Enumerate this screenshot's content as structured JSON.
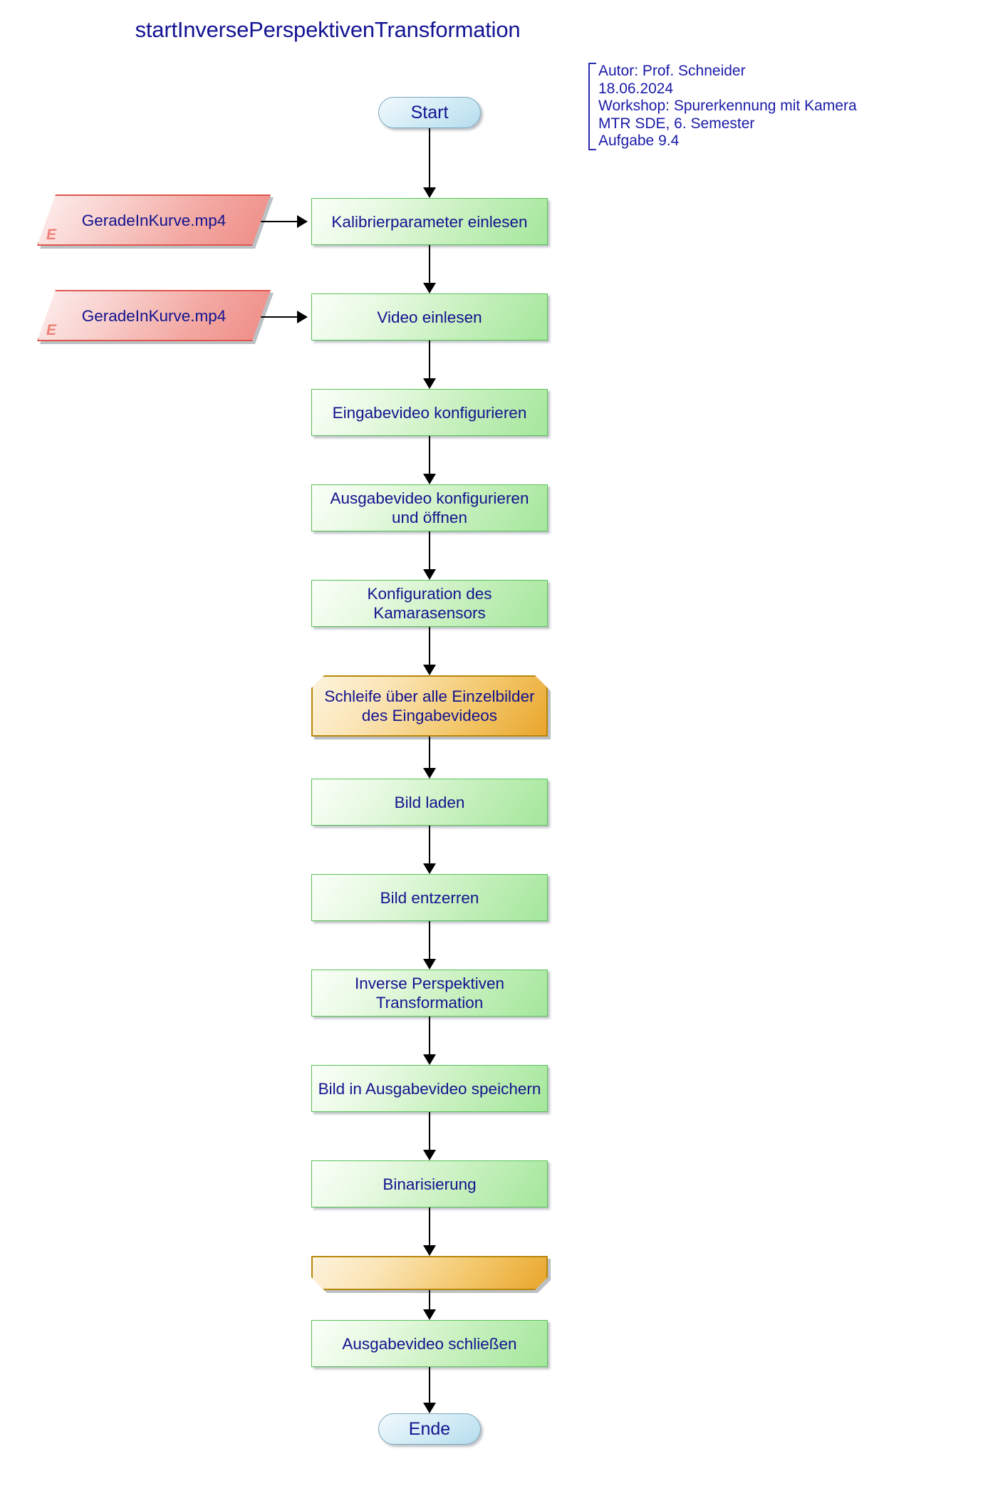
{
  "title": "startInversePerspektivenTransformation",
  "annotation": {
    "lines": [
      "Autor: Prof. Schneider",
      "18.06.2024",
      "Workshop: Spurerkennung mit Kamera",
      "MTR SDE, 6. Semester",
      "Aufgabe 9.4"
    ]
  },
  "colors": {
    "text_blue": "#13138f",
    "process_green_border": "#56c257",
    "process_green_fill": "#a4e79b",
    "terminal_blue_border": "#7aa7bd",
    "terminal_blue_fill": "#b6dced",
    "loop_orange_border": "#b8860b",
    "loop_orange_fill": "#e9a62b",
    "io_red_border": "#e0564e",
    "io_red_fill": "#ef8b85",
    "connector_black": "#000000"
  },
  "nodes": {
    "start": {
      "label": "Start",
      "shape": "terminal"
    },
    "end": {
      "label": "Ende",
      "shape": "terminal"
    },
    "io1": {
      "label": "GeradeInKurve.mp4",
      "marker": "E",
      "shape": "parallelogram"
    },
    "io2": {
      "label": "GeradeInKurve.mp4",
      "marker": "E",
      "shape": "parallelogram"
    },
    "p1": {
      "label": "Kalibrierparameter einlesen",
      "shape": "process"
    },
    "p2": {
      "label": "Video einlesen",
      "shape": "process"
    },
    "p3": {
      "label": "Eingabevideo konfigurieren",
      "shape": "process"
    },
    "p4": {
      "label": "Ausgabevideo konfigurieren und öffnen",
      "shape": "process"
    },
    "p5": {
      "label": "Konfiguration des Kamarasensors",
      "shape": "process"
    },
    "loop_start": {
      "label": "Schleife über alle Einzelbilder des Eingabevideos",
      "shape": "loop-start"
    },
    "p6": {
      "label": "Bild laden",
      "shape": "process"
    },
    "p7": {
      "label": "Bild entzerren",
      "shape": "process"
    },
    "p8": {
      "label": "Inverse Perspektiven Transformation",
      "shape": "process"
    },
    "p9": {
      "label": "Bild in Ausgabevideo speichern",
      "shape": "process"
    },
    "p10": {
      "label": "Binarisierung",
      "shape": "process"
    },
    "loop_end": {
      "label": "",
      "shape": "loop-end"
    },
    "p11": {
      "label": "Ausgabevideo schließen",
      "shape": "process"
    }
  }
}
